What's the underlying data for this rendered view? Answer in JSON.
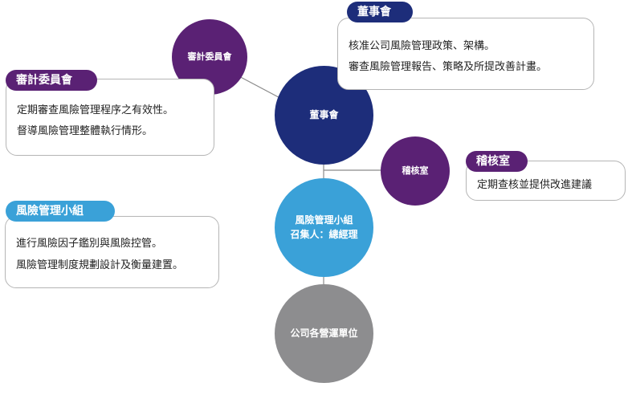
{
  "nodes": {
    "audit_committee": "審計委員會",
    "board": "董事會",
    "internal_audit": "稽核室",
    "risk_team": {
      "line1": "風險管理小組",
      "line2": "召集人：總經理"
    },
    "business_units": "公司各營運單位"
  },
  "panels": {
    "board": {
      "title": "董事會",
      "lines": [
        "核准公司風險管理政策、架構。",
        "審查風險管理報告、策略及所提改善計畫。"
      ]
    },
    "audit_committee": {
      "title": "審計委員會",
      "lines": [
        "定期審查風險管理程序之有效性。",
        "督導風險管理整體執行情形。"
      ]
    },
    "internal_audit": {
      "title": "稽核室",
      "lines": [
        "定期查核並提供改進建議"
      ]
    },
    "risk_team": {
      "title": "風險管理小組",
      "lines": [
        "進行風險因子鑑別與風險控管。",
        "風險管理制度規劃設計及衡量建置。"
      ]
    }
  },
  "colors": {
    "navy": "#1d2d7a",
    "purple": "#5a2174",
    "light_blue": "#3aa1d8",
    "gray": "#8d8d8f"
  }
}
